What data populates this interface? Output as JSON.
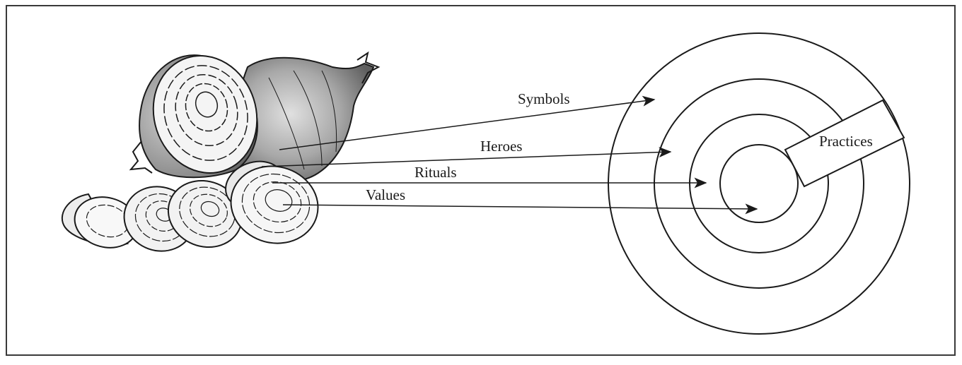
{
  "diagram": {
    "labels": {
      "symbols": "Symbols",
      "heroes": "Heroes",
      "rituals": "Rituals",
      "values": "Values",
      "practices": "Practices"
    },
    "illustration": "onion-with-slices",
    "colors": {
      "ink": "#1a1a1a",
      "onion_dark": "#7a7a7a",
      "onion_light": "#d9d9d9",
      "paper": "#ffffff"
    }
  }
}
